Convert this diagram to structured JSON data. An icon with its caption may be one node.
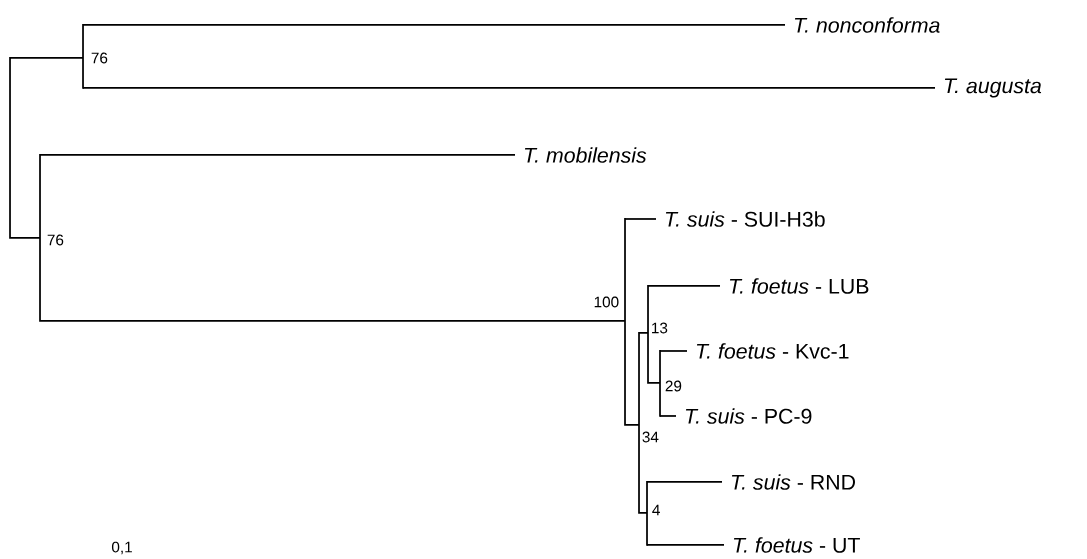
{
  "diagram": {
    "nodes": [
      {
        "text": [
          "T. nonconforma"
        ]
      },
      {
        "text": [
          "T. augusta"
        ]
      },
      {
        "text": [
          "T. mobilensis"
        ]
      },
      {
        "text": [
          "*T. suis* - SUI-H3b"
        ]
      },
      {
        "text": [
          "*T. foetus* - LUB"
        ]
      },
      {
        "text": [
          "*T. foetus* - Kvc-1"
        ]
      },
      {
        "text": [
          "*T. suis* - PC-9"
        ]
      },
      {
        "text": [
          "*T. suis* - RND"
        ]
      },
      {
        "text": [
          "*T. foetus* - UT"
        ]
      }
    ],
    "edges": [
      {
        "from": null,
        "to": 0,
        "arrow": "none"
      },
      {
        "from": null,
        "to": 1,
        "arrow": "none"
      },
      {
        "from": null,
        "to": 2,
        "arrow": "none"
      },
      {
        "from": null,
        "to": 3,
        "arrow": "none"
      },
      {
        "from": null,
        "to": 4,
        "arrow": "none"
      },
      {
        "from": null,
        "to": 5,
        "arrow": "none"
      },
      {
        "from": null,
        "to": 6,
        "arrow": "none"
      },
      {
        "from": null,
        "to": 7,
        "arrow": "none"
      },
      {
        "from": null,
        "to": 8,
        "arrow": "none"
      }
    ],
    "labels": [
      "76",
      "76",
      "100",
      "13",
      "29",
      "34",
      "4",
      "0,1"
    ]
  }
}
